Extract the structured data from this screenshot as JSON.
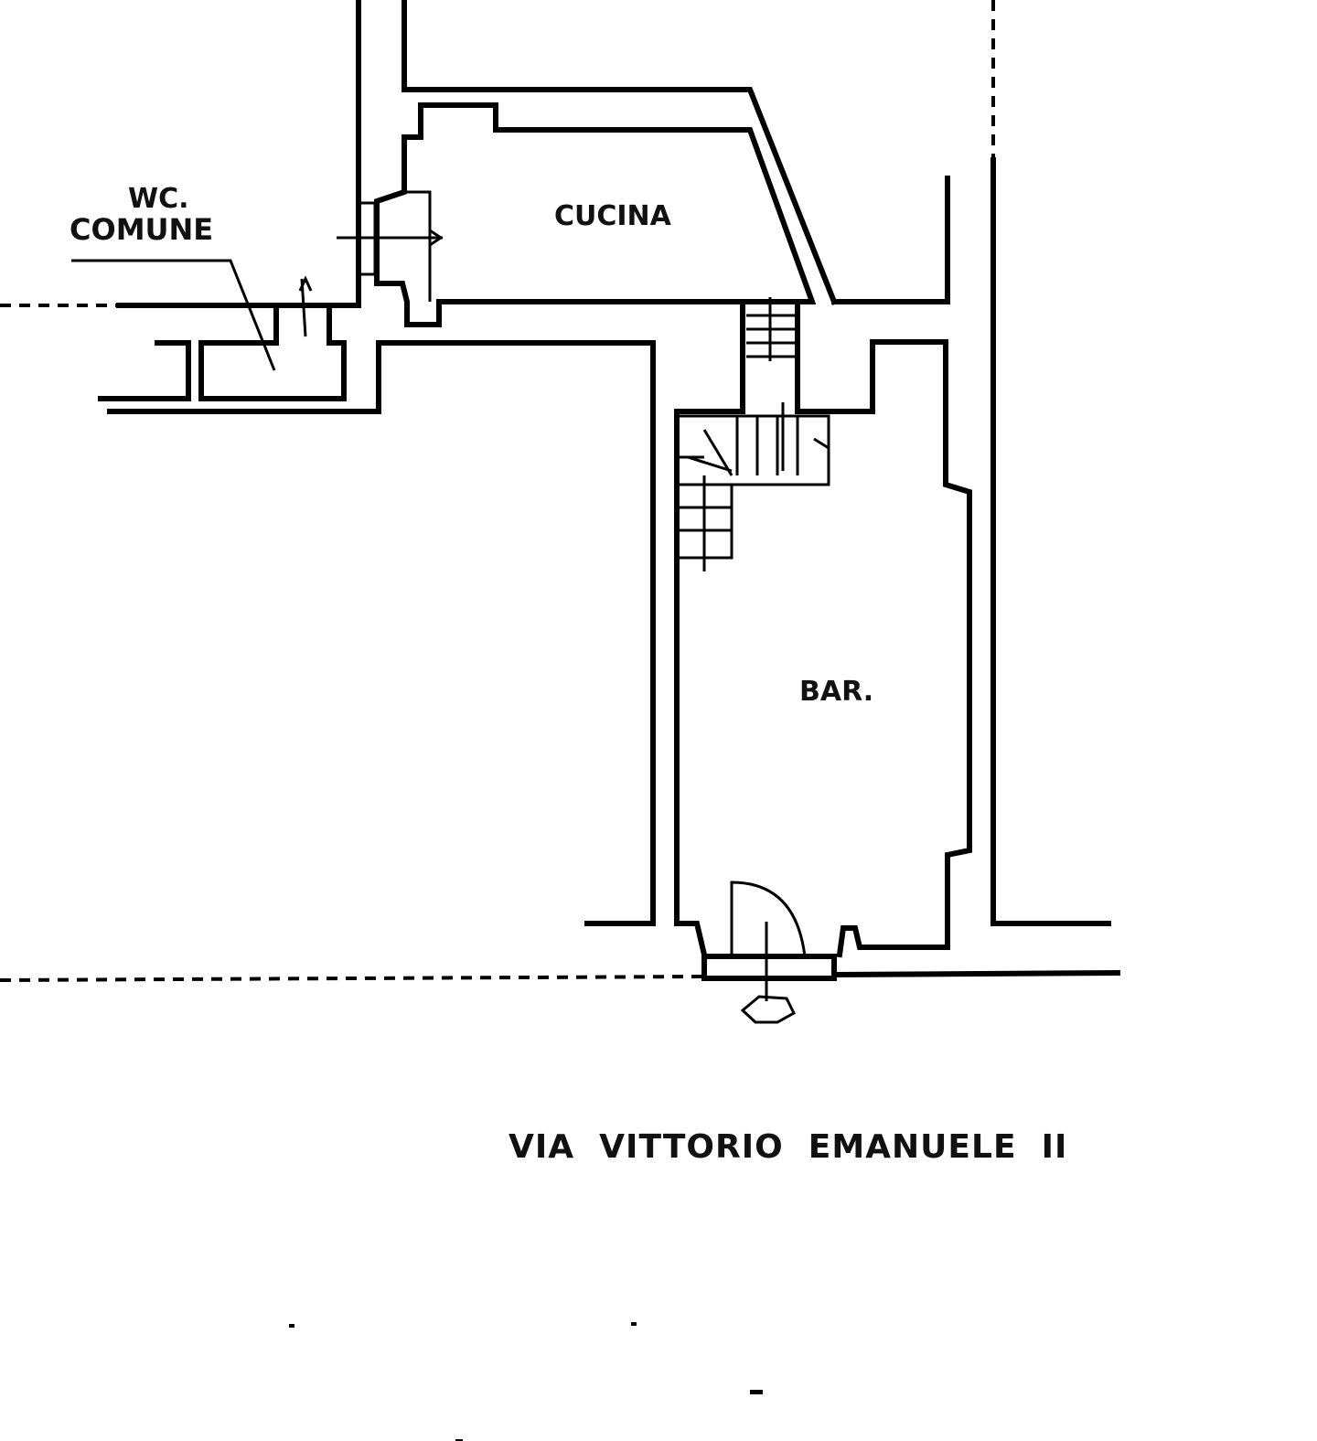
{
  "rooms": {
    "wc_line1": "WC.",
    "wc_line2": "COMUNE",
    "kitchen": "CUCINA",
    "bar": "BAR."
  },
  "street": {
    "name": "VIA  VITTORIO  EMANUELE  II"
  },
  "colors": {
    "line": "#000000",
    "background": "#ffffff"
  }
}
